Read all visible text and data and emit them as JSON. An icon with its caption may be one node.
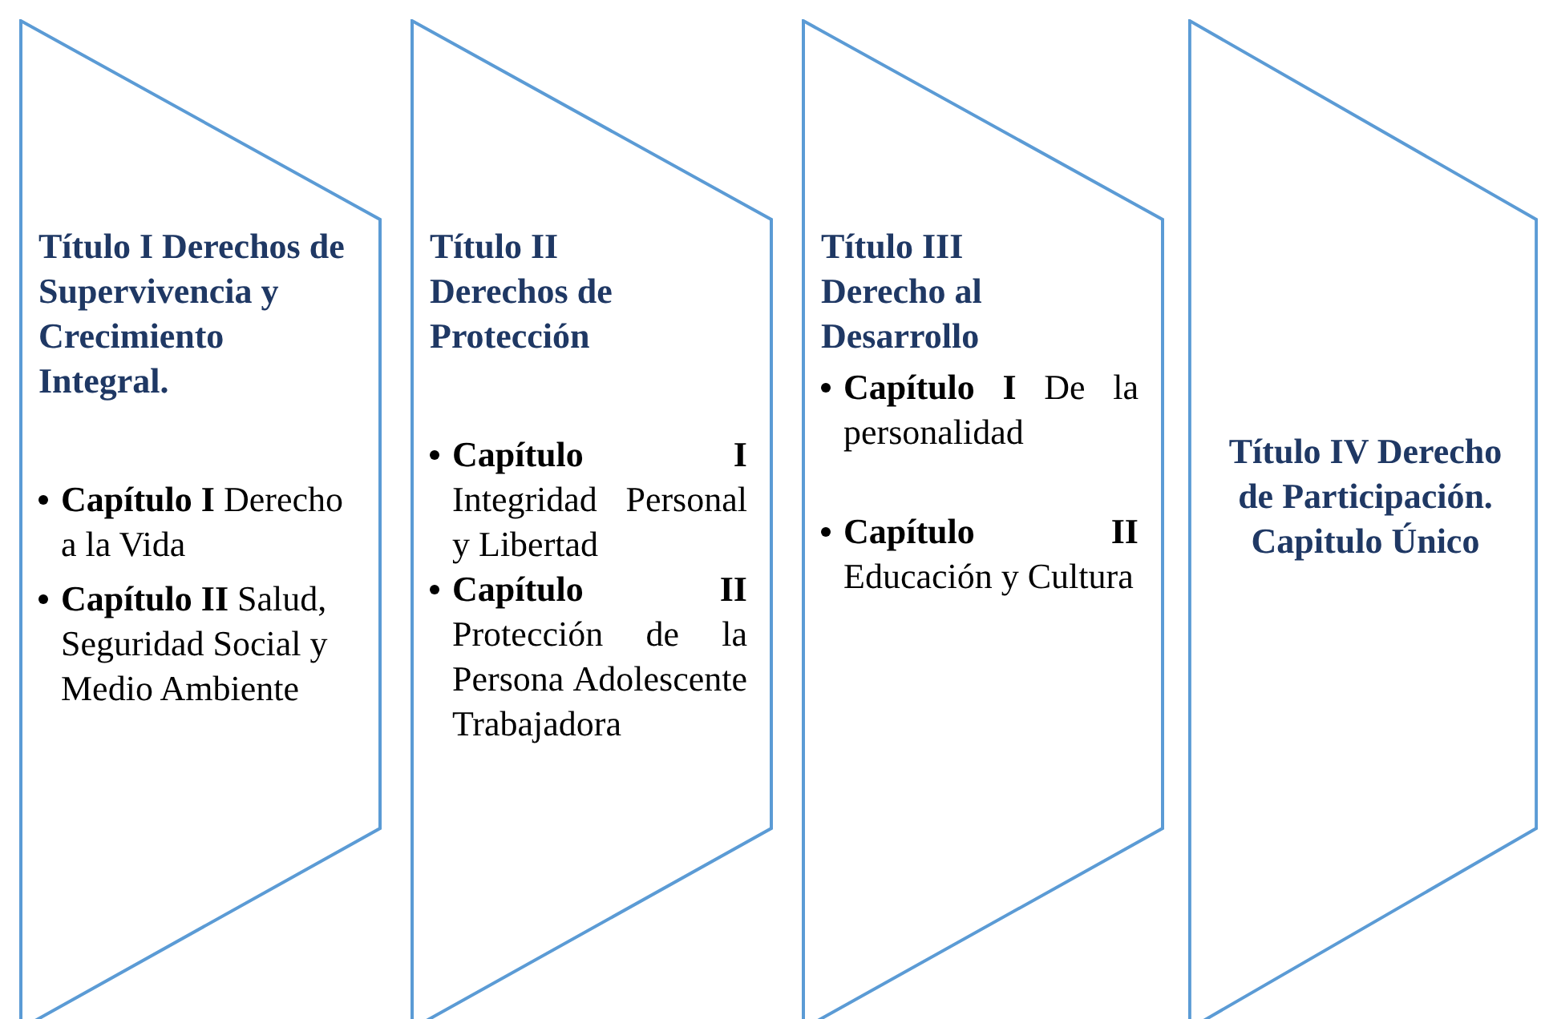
{
  "diagram": {
    "nodes": [
      {
        "text": [
          "Título I Derechos de Supervivencia y Crecimiento Integral.",
          "**Capítulo I** Derecho a la Vida",
          "**Capítulo II** Salud, Seguridad Social y Medio Ambiente"
        ]
      },
      {
        "text": [
          "Título II Derechos de Protección",
          "**Capítulo I** Integridad Personal y Libertad",
          "**Capítulo II** Protección de la Persona Adolescente Trabajadora"
        ]
      },
      {
        "text": [
          "Título III Derecho al Desarrollo",
          "**Capítulo I** De la personalidad",
          "**Capítulo II** Educación y Cultura"
        ]
      },
      {
        "text": [
          "Título IV Derecho de Participación. Capitulo Único"
        ]
      }
    ]
  }
}
